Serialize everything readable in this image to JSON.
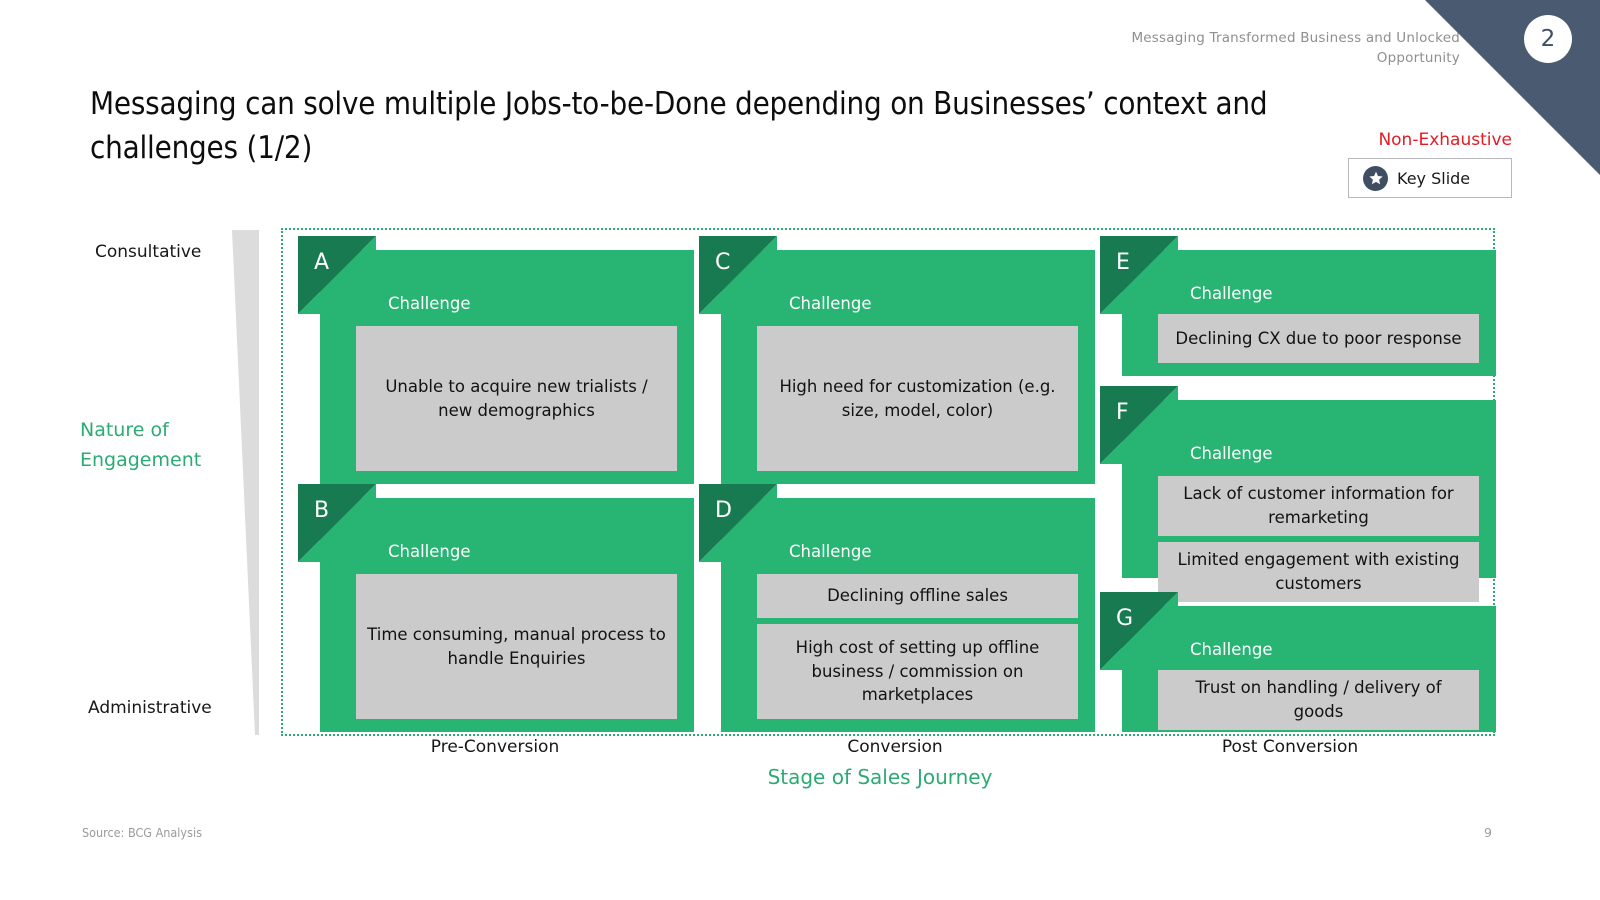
{
  "header": {
    "kicker": "Messaging Transformed Business and Unlocked Opportunity",
    "section_number": "2"
  },
  "title": "Messaging can solve multiple Jobs-to-be-Done depending on Businesses’ context and challenges (1/2)",
  "annotations": {
    "non_exhaustive": "Non-Exhaustive",
    "key_slide_label": "Key Slide",
    "key_slide_icon": "star-badge-icon"
  },
  "axes": {
    "y_title": "Nature of Engagement",
    "y_top": "Consultative",
    "y_bottom": "Administrative",
    "x_title": "Stage of Sales Journey",
    "x_ticks": [
      "Pre-Conversion",
      "Conversion",
      "Post Conversion"
    ]
  },
  "colors": {
    "green": "#28b473",
    "green_dark": "#187a51",
    "gray_box": "#cbcbcb",
    "accent_red": "#e31b23",
    "corner_navy": "#4a5a70",
    "muted_gray": "#9a9a9a"
  },
  "cards": [
    {
      "letter": "A",
      "heading": "Challenge",
      "column": "Pre-Conversion",
      "row": "Consultative",
      "items": [
        "Unable to acquire new trialists / new demographics"
      ]
    },
    {
      "letter": "B",
      "heading": "Challenge",
      "column": "Pre-Conversion",
      "row": "Administrative",
      "items": [
        "Time consuming, manual process to handle Enquiries"
      ]
    },
    {
      "letter": "C",
      "heading": "Challenge",
      "column": "Conversion",
      "row": "Consultative",
      "items": [
        "High need for customization (e.g. size, model, color)"
      ]
    },
    {
      "letter": "D",
      "heading": "Challenge",
      "column": "Conversion",
      "row": "Administrative",
      "items": [
        "Declining offline sales",
        "High cost of setting up offline business / commission on marketplaces"
      ]
    },
    {
      "letter": "E",
      "heading": "Challenge",
      "column": "Post Conversion",
      "row": "Consultative",
      "items": [
        "Declining CX due to poor response"
      ]
    },
    {
      "letter": "F",
      "heading": "Challenge",
      "column": "Post Conversion",
      "row": "Middle",
      "items": [
        "Lack of customer information for remarketing",
        "Limited engagement with existing customers"
      ]
    },
    {
      "letter": "G",
      "heading": "Challenge",
      "column": "Post Conversion",
      "row": "Administrative",
      "items": [
        "Trust on handling / delivery of goods"
      ]
    }
  ],
  "footer": {
    "source": "Source: BCG Analysis",
    "page_number": "9"
  }
}
